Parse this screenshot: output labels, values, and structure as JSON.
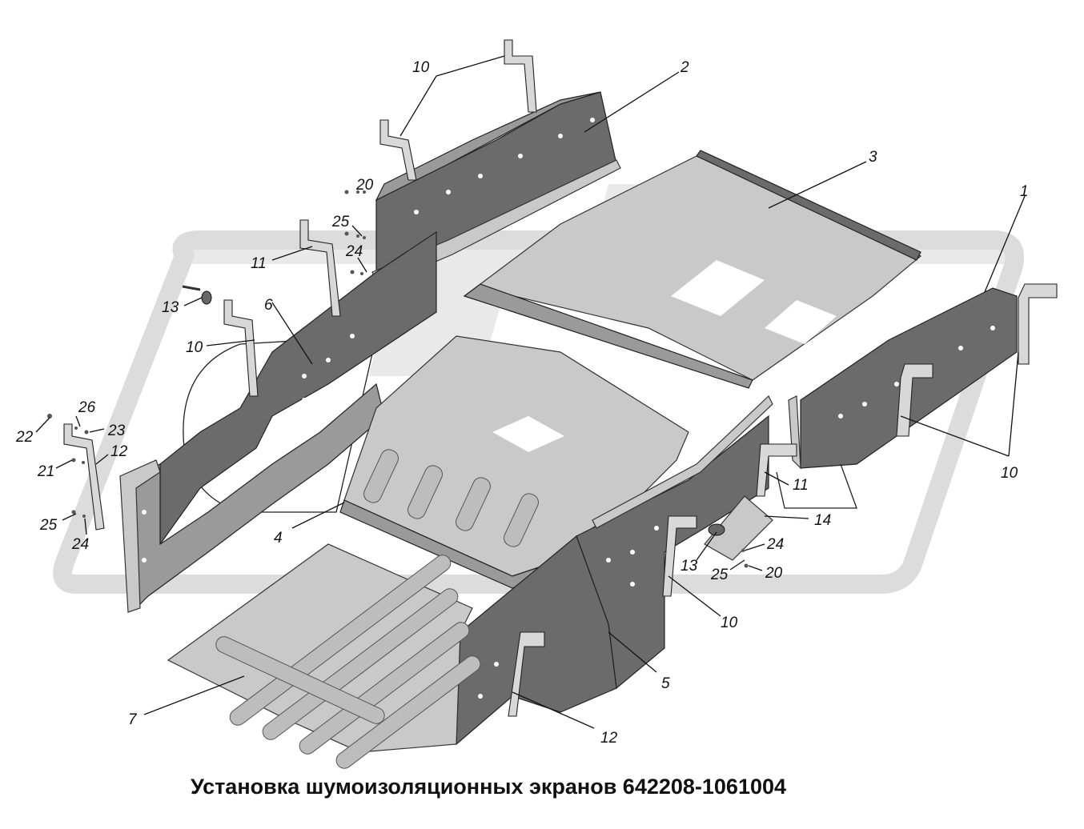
{
  "title": "Установка шумоизоляционных экранов 642208-1061004",
  "callouts": {
    "c1": "1",
    "c2": "2",
    "c3": "3",
    "c4": "4",
    "c5": "5",
    "c6": "6",
    "c7": "7",
    "c10a": "10",
    "c10b": "10",
    "c10c": "10",
    "c10d": "10",
    "c11a": "11",
    "c11b": "11",
    "c12a": "12",
    "c12b": "12",
    "c13a": "13",
    "c13b": "13",
    "c14": "14",
    "c20a": "20",
    "c20b": "20",
    "c21": "21",
    "c22": "22",
    "c23": "23",
    "c24a": "24",
    "c24b": "24",
    "c24c": "24",
    "c25a": "25",
    "c25b": "25",
    "c25c": "25",
    "c26": "26"
  }
}
